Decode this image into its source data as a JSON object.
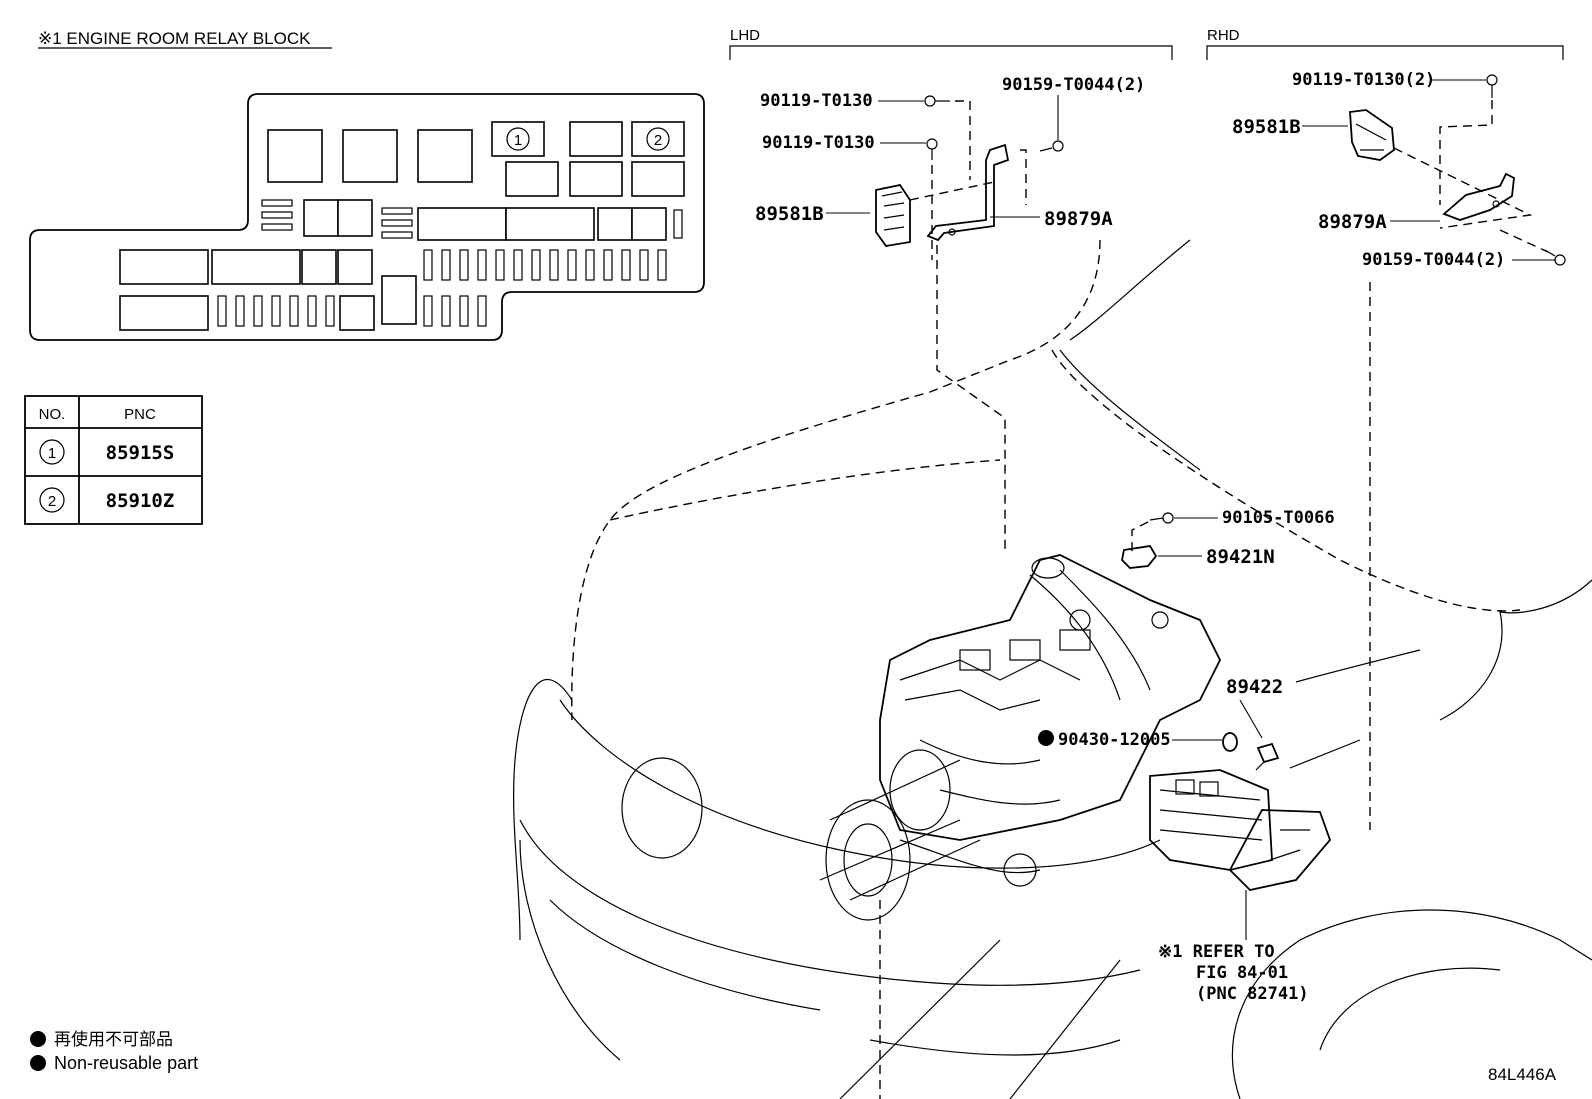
{
  "relay_block": {
    "title": "※1 ENGINE ROOM RELAY BLOCK",
    "markers": [
      "1",
      "2"
    ]
  },
  "pnc_table": {
    "headers": [
      "NO.",
      "PNC"
    ],
    "rows": [
      {
        "no": "1",
        "pnc": "85915S"
      },
      {
        "no": "2",
        "pnc": "85910Z"
      }
    ]
  },
  "sections": {
    "lhd": "LHD",
    "rhd": "RHD"
  },
  "lhd_parts": {
    "bolt_a": "90119-T0130",
    "bolt_b": "90119-T0130",
    "screw": "90159-T0044(2)",
    "ecu": "89581B",
    "bracket": "89879A"
  },
  "rhd_parts": {
    "bolt": "90119-T0130(2)",
    "ecu": "89581B",
    "bracket": "89879A",
    "screw": "90159-T0044(2)"
  },
  "engine_parts": {
    "bolt": "90105-T0066",
    "sensor_bracket": "89421N",
    "sensor": "89422",
    "gasket": "90430-12005"
  },
  "reference_note": {
    "line1": "※1 REFER TO",
    "line2": "FIG 84-01",
    "line3": "(PNC 82741)"
  },
  "legend": {
    "jp": "再使用不可部品",
    "en": "Non-reusable part"
  },
  "figure_id": "84L446A"
}
